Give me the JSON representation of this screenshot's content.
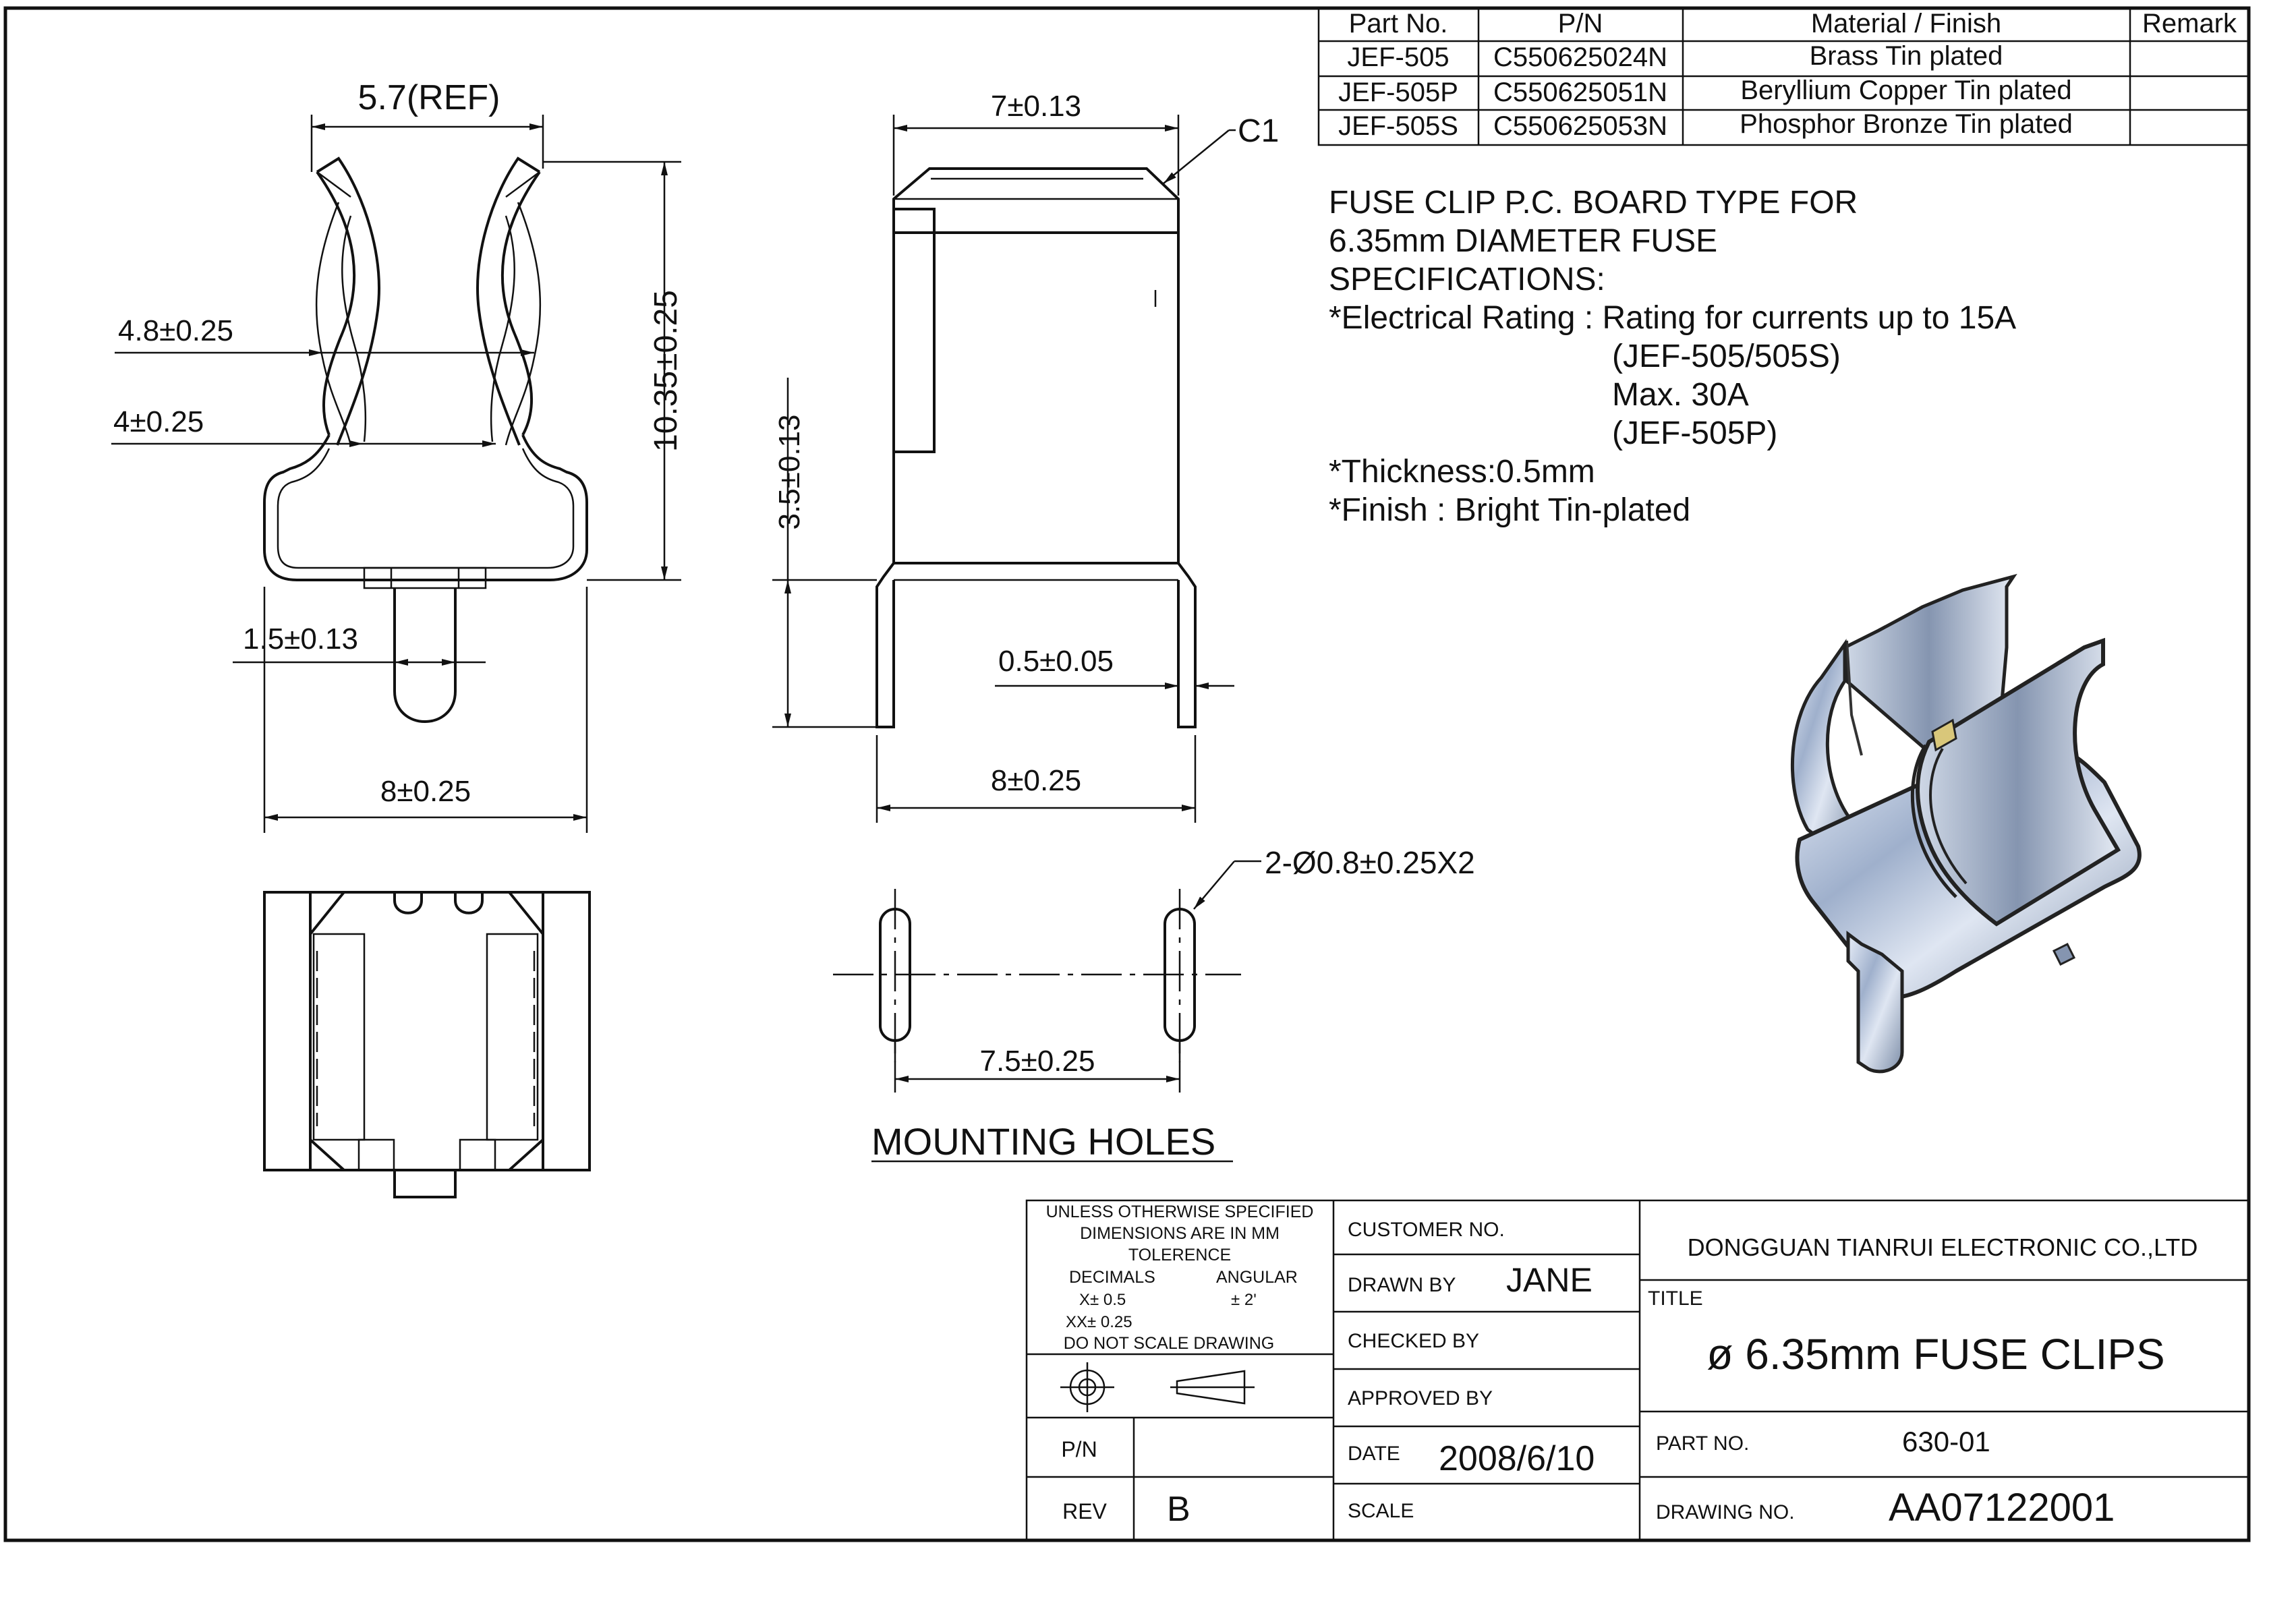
{
  "parts_table": {
    "headers": [
      "Part No.",
      "P/N",
      "Material / Finish",
      "Remark"
    ],
    "rows": [
      {
        "part_no": "JEF-505",
        "pn": "C550625024N",
        "material": "Brass Tin plated",
        "remark": ""
      },
      {
        "part_no": "JEF-505P",
        "pn": "C550625051N",
        "material": "Beryllium Copper Tin plated",
        "remark": ""
      },
      {
        "part_no": "JEF-505S",
        "pn": "C550625053N",
        "material": "Phosphor Bronze Tin plated",
        "remark": ""
      }
    ]
  },
  "spec": {
    "lines": [
      "FUSE CLIP P.C. BOARD TYPE FOR",
      "6.35mm DIAMETER FUSE",
      "SPECIFICATIONS:",
      "*Electrical Rating : Rating for currents up to 15A",
      "(JEF-505/505S)",
      "Max. 30A",
      "(JEF-505P)",
      "*Thickness:0.5mm",
      "*Finish : Bright Tin-plated"
    ]
  },
  "front_view": {
    "dim_width_ref": "5.7(REF)",
    "dim_inner_upper": "4.8±0.25",
    "dim_inner_lower": "4±0.25",
    "dim_height": "10.35±0.25",
    "dim_pin": "1.5±0.13",
    "dim_base": "8±0.25"
  },
  "side_view": {
    "dim_top": "7±0.13",
    "chamfer": "C1",
    "dim_leg_height": "3.5±0.13",
    "dim_thickness": "0.5±0.05",
    "dim_base": "8±0.25"
  },
  "mounting": {
    "holes_callout": "2-Ø0.8±0.25X2",
    "dim_spacing": "7.5±0.25",
    "title": "MOUNTING HOLES"
  },
  "title_block": {
    "tolerance_note_1": "UNLESS OTHERWISE SPECIFIED",
    "tolerance_note_2": "DIMENSIONS ARE IN MM",
    "tolerance_note_3": "TOLERENCE",
    "decimals_label": "DECIMALS",
    "angular_label": "ANGULAR",
    "decimal_x": "X±  0.5",
    "decimal_xx": "XX± 0.25",
    "angular_value": "±  2'",
    "do_not_scale": "DO NOT SCALE DRAWING",
    "pn_label": "P/N",
    "pn_value": "",
    "rev_label": "REV",
    "rev_value": "B",
    "customer_no_label": "CUSTOMER NO.",
    "customer_no_value": "",
    "drawn_by_label": "DRAWN BY",
    "drawn_by_value": "JANE",
    "checked_by_label": "CHECKED BY",
    "checked_by_value": "",
    "approved_by_label": "APPROVED BY",
    "approved_by_value": "",
    "date_label": "DATE",
    "date_value": "2008/6/10",
    "scale_label": "SCALE",
    "scale_value": "",
    "company": "DONGGUAN TIANRUI ELECTRONIC CO.,LTD",
    "title_label": "TITLE",
    "title_value": "ø 6.35mm FUSE CLIPS",
    "part_no_label": "PART NO.",
    "part_no_value": "630-01",
    "drawing_no_label": "DRAWING NO.",
    "drawing_no_value": "AA07122001"
  }
}
